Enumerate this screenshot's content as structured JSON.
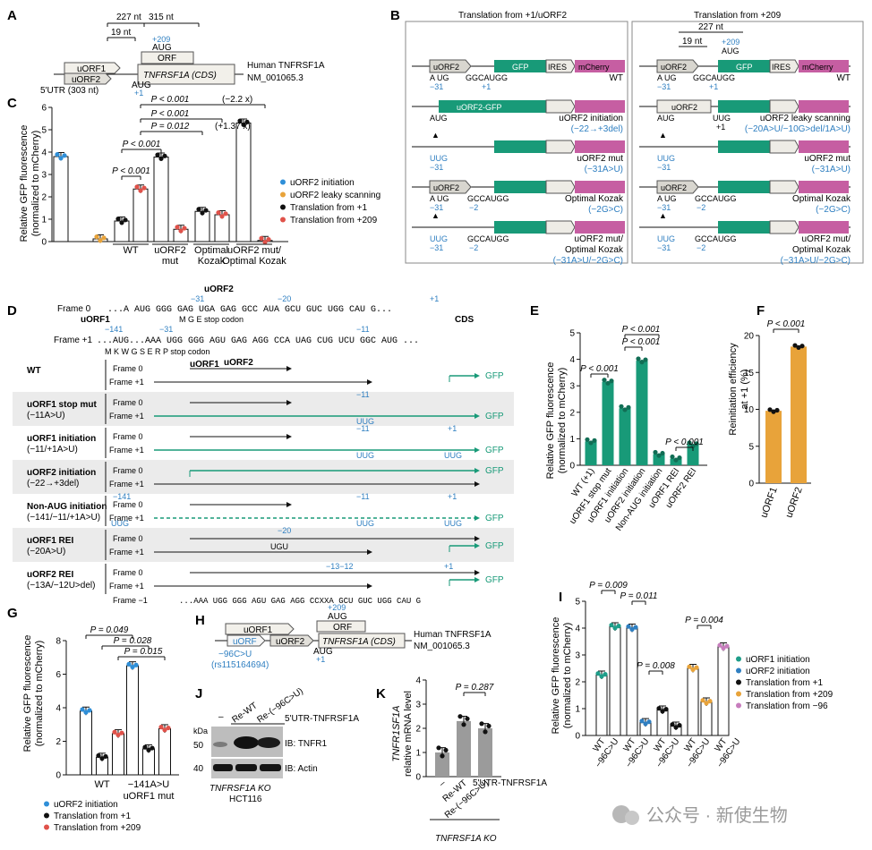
{
  "panels": {
    "A": {
      "letter": "A",
      "dist_227": "227 nt",
      "dist_315": "315 nt",
      "dist_19": "19 nt",
      "pos_209": "+209",
      "aug_top": "AUG",
      "orf": "ORF",
      "uorf1": "uORF1",
      "uorf2": "uORF2",
      "cds": "TNFRSF1A (CDS)",
      "human_label": "Human TNFRSF1A",
      "accession": "NM_001065.3",
      "utr": "5'UTR (303 nt)",
      "aug_bottom": "AUG",
      "pos_1": "+1"
    },
    "B": {
      "letter": "B",
      "left_title": "Translation from +1/uORF2",
      "right_title": "Translation from +209",
      "gfp": "GFP",
      "ires": "IRES",
      "mcherry": "mCherry",
      "uorf2": "uORF2",
      "uorf2_gfp": "uORF2-GFP",
      "dist_227": "227 nt",
      "dist_19": "19 nt",
      "pos_209": "+209",
      "aug": "AUG",
      "augm": "A UG",
      "m31": "−31",
      "ggcaugg": "GGCAUGG",
      "p1": "+1",
      "m2": "−2",
      "gccaugg": "GCCAUGG",
      "uug": "UUG",
      "uug2": "UUG",
      "rows_left": [
        {
          "label": "WT",
          "sub": ""
        },
        {
          "label": "uORF2 initiation",
          "sub": "(−22→+3del)"
        },
        {
          "label": "uORF2 mut",
          "sub": "(−31A>U)"
        },
        {
          "label": "Optimal Kozak",
          "sub": "(−2G>C)"
        },
        {
          "label": "uORF2 mut/",
          "sub": "Optimal Kozak",
          "sub2": "(−31A>U/−2G>C)"
        }
      ],
      "rows_right": [
        {
          "label": "WT",
          "sub": ""
        },
        {
          "label": "uORF2 leaky scanning",
          "sub": "(−20A>U/−10G>del/1A>U)"
        },
        {
          "label": "uORF2 mut",
          "sub": "(−31A>U)"
        },
        {
          "label": "Optimal Kozak",
          "sub": "(−2G>C)"
        },
        {
          "label": "uORF2 mut/",
          "sub": "Optimal Kozak",
          "sub2": "(−31A>U/−2G>C)"
        }
      ]
    },
    "C": {
      "letter": "C",
      "ylabel": "Relative GFP fluorescence",
      "ylabel2": "(normalized to mCherry)",
      "groups": [
        "WT",
        "uORF2 mut",
        "Optimal Kozak",
        "uORF2 mut/ Optimal Kozak"
      ],
      "group_lines": [
        [
          "WT"
        ],
        [
          "uORF2",
          "mut"
        ],
        [
          "Optimal",
          "Kozak"
        ],
        [
          "uORF2 mut/",
          "Optimal Kozak"
        ]
      ],
      "p_values": [
        "P < 0.001",
        "P < 0.001",
        "P < 0.001",
        "P = 0.012",
        "P < 0.001",
        "(−2.2 x)",
        "(+1.37 x)"
      ],
      "legend": [
        {
          "name": "uORF2 initiation",
          "color": "#2f8fd8"
        },
        {
          "name": "uORF2 leaky scanning",
          "color": "#e8a33a"
        },
        {
          "name": "Translation from +1",
          "color": "#111111"
        },
        {
          "name": "Translation from +209",
          "color": "#e0524a"
        }
      ]
    },
    "D": {
      "letter": "D",
      "frame0": "Frame 0",
      "frame1": "Frame +1",
      "framem1": "Frame −1",
      "uorf2": "uORF2",
      "uorf1": "uORF1",
      "cds": "CDS",
      "seq0": "...A AUG GGG GAG UGA GAG GCC AUA GCU GUC UGG CAU G...",
      "seq0_aa": "M   G   E  stop codon",
      "seq1": "...AUG...AAA UGG GGG AGU GAG AGG CCA UAG CUG UCU GGC AUG ...",
      "seq1_aa": "M     K   W   G   S   E   R   P  stop codon",
      "n31": "−31",
      "n20": "−20",
      "n1": "+1",
      "n141": "−141",
      "n11": "−11",
      "gfp": "GFP",
      "uug": "UUG",
      "ugu": "UGU",
      "n1312": "−13−12",
      "seq_rei": "...AAA UGG GGG AGU GAG AGG CCXXA GCU GUC UGG CAU G",
      "constructs": [
        {
          "name": "WT",
          "sub": ""
        },
        {
          "name": "uORF1 stop mut",
          "sub": "(−11A>U)"
        },
        {
          "name": "uORF1 initiation",
          "sub": "(−11/+1A>U)"
        },
        {
          "name": "uORF2 initiation",
          "sub": "(−22→+3del)"
        },
        {
          "name": "Non-AUG initiation",
          "sub": "(−141/−11/+1A>U)"
        },
        {
          "name": "uORF1 REI",
          "sub": "(−20A>U)"
        },
        {
          "name": "uORF2 REI",
          "sub": "(−13A/−12U>del)"
        }
      ]
    },
    "E": {
      "letter": "E",
      "ylabel": "Relative GFP fluorescence",
      "ylabel2": "(normalized to mCherry)",
      "p_values": [
        "P < 0.001",
        "P < 0.001",
        "P < 0.001",
        "P < 0.001"
      ]
    },
    "F": {
      "letter": "F",
      "ylabel": "Reinitiation efficiency",
      "ylabel2": "at +1 (%)",
      "p_value": "P < 0.001"
    },
    "G": {
      "letter": "G",
      "ylabel": "Relative GFP fluorescence",
      "ylabel2": "(normalized to mCherry)",
      "p_values": [
        "P = 0.049",
        "P = 0.028",
        "P = 0.015"
      ],
      "xlabel_mut": "uORF1 mut",
      "legend": [
        {
          "name": "uORF2 initiation",
          "color": "#2f8fd8"
        },
        {
          "name": "Translation from +1",
          "color": "#111111"
        },
        {
          "name": "Translation from +209",
          "color": "#e0524a"
        }
      ]
    },
    "H": {
      "letter": "H",
      "pos_209": "+209",
      "aug_top": "AUG",
      "orf": "ORF",
      "uorf1": "uORF1",
      "uorf": "uORF",
      "uorf2": "uORF2",
      "cds": "TNFRSF1A (CDS)",
      "human": "Human TNFRSF1A",
      "acc": "NM_001065.3",
      "snp": "−96C>U",
      "rs": "(rs115164694)",
      "aug_b": "AUG",
      "p1": "+1"
    },
    "I": {
      "letter": "I",
      "ylabel": "Relative GFP fluorescence",
      "ylabel2": "(normalized to mCherry)",
      "p_values": [
        "P = 0.009",
        "P = 0.011",
        "P = 0.008",
        "P = 0.004"
      ],
      "legend": [
        {
          "name": "uORF1 initiation",
          "color": "#1f9e8a"
        },
        {
          "name": "uORF2 initiation",
          "color": "#2f7fc1"
        },
        {
          "name": "Translation from +1",
          "color": "#111111"
        },
        {
          "name": "Translation from +209",
          "color": "#e8a33a"
        },
        {
          "name": "Translation from −96",
          "color": "#c77dbd"
        }
      ]
    },
    "J": {
      "letter": "J",
      "kda": "kDa",
      "dash": "–",
      "rewt": "Re-WT",
      "re96": "Re-(−96C>U)",
      "utr": "5'UTR-TNFRSF1A",
      "ib1": "IB: TNFR1",
      "ib2": "IB: Actin",
      "m50": "50",
      "m40": "40",
      "ko": "TNFRSF1A KO",
      "cell": "HCT116"
    },
    "K": {
      "letter": "K",
      "ylabel": "TNFR1SF1A",
      "ylabel2": "relative mRNA level",
      "p_value": "P = 0.287",
      "utr": "5'UTR-TNFRSF1A",
      "ko": "TNFRSF1A KO"
    }
  },
  "watermark": "公众号 · 新使生物",
  "chart_data": [
    {
      "panel": "C",
      "type": "bar",
      "categories": [
        "uORF2 initiation",
        "uORF2 leaky scanning",
        "WT",
        "uORF2 mut",
        "Optimal Kozak",
        "uORF2 mut/Optimal Kozak"
      ],
      "series": [
        {
          "name": "uORF2 initiation",
          "values": [
            3.8,
            null,
            null,
            null,
            null,
            null
          ]
        },
        {
          "name": "uORF2 leaky scanning",
          "values": [
            null,
            0.12,
            null,
            null,
            null,
            null
          ]
        },
        {
          "name": "Translation from +1",
          "values": [
            null,
            null,
            0.92,
            3.78,
            1.35,
            5.3
          ]
        },
        {
          "name": "Translation from +209",
          "values": [
            null,
            null,
            2.35,
            0.55,
            1.2,
            0.05
          ]
        }
      ],
      "ylim": [
        0,
        6
      ],
      "yticks": [
        0,
        1,
        2,
        3,
        4,
        5,
        6
      ]
    },
    {
      "panel": "E",
      "type": "bar",
      "categories": [
        "WT (+1)",
        "uORF1 stop mut",
        "uORF1 initiation",
        "uORF2 initiation",
        "Non-AUG initiation",
        "uORF1 REI",
        "uORF2 REI"
      ],
      "values": [
        0.9,
        3.15,
        2.15,
        3.95,
        0.42,
        0.25,
        0.78
      ],
      "ylim": [
        0,
        5
      ],
      "yticks": [
        0,
        1,
        2,
        3,
        4,
        5
      ]
    },
    {
      "panel": "F",
      "type": "bar",
      "categories": [
        "uORF1",
        "uORF2"
      ],
      "values": [
        9.8,
        18.5
      ],
      "ylim": [
        0,
        20
      ],
      "yticks": [
        0,
        5,
        10,
        15,
        20
      ]
    },
    {
      "panel": "G",
      "type": "bar",
      "categories": [
        "WT",
        "−141A>U"
      ],
      "series": [
        {
          "name": "uORF2 initiation",
          "values": [
            3.8,
            6.5
          ]
        },
        {
          "name": "Translation from +1",
          "values": [
            1.05,
            1.55
          ]
        },
        {
          "name": "Translation from +209",
          "values": [
            2.45,
            2.75
          ]
        }
      ],
      "ylim": [
        0,
        8
      ],
      "yticks": [
        0,
        2,
        4,
        6,
        8
      ]
    },
    {
      "panel": "I",
      "type": "bar",
      "categories": [
        "WT",
        "−96C>U",
        "WT",
        "−96C>U",
        "WT",
        "−96C>U",
        "WT",
        "−96C>U",
        "WT",
        "−96C>U"
      ],
      "values": [
        2.25,
        4.05,
        4.0,
        0.48,
        0.95,
        0.35,
        2.5,
        1.25,
        3.3,
        null
      ],
      "colors": [
        "#1f9e8a",
        "#1f9e8a",
        "#2f7fc1",
        "#2f7fc1",
        "#111111",
        "#111111",
        "#e8a33a",
        "#e8a33a",
        "#c77dbd",
        "#c77dbd"
      ],
      "ylim": [
        0,
        5
      ],
      "yticks": [
        0,
        1,
        2,
        3,
        4,
        5
      ]
    },
    {
      "panel": "K",
      "type": "bar",
      "categories": [
        "–",
        "Re-WT",
        "Re-(−96C>U)"
      ],
      "values": [
        1.0,
        2.3,
        2.0
      ],
      "ylim": [
        0,
        4
      ],
      "yticks": [
        0,
        1,
        2,
        3,
        4
      ]
    }
  ]
}
